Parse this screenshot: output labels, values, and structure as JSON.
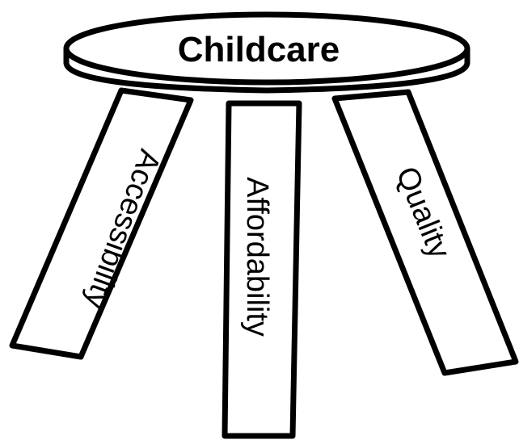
{
  "stool": {
    "seat_label": "Childcare",
    "legs": {
      "left": "Accessibility",
      "middle": "Affordability",
      "right": "Quality"
    }
  },
  "colors": {
    "stroke": "#000000",
    "fill": "#ffffff"
  }
}
